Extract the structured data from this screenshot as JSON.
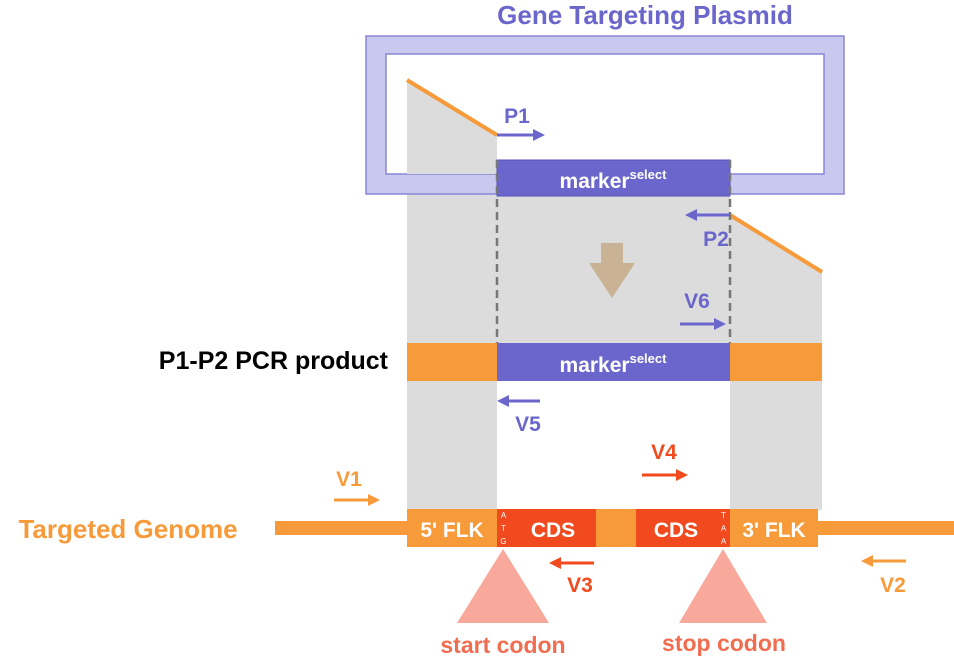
{
  "title": "Gene Targeting Plasmid",
  "pcr_product_label": "P1-P2 PCR product",
  "genome_label": "Targeted Genome",
  "marker": {
    "base": "marker",
    "superscript": "select"
  },
  "primers": {
    "p1": "P1",
    "p2": "P2",
    "v1": "V1",
    "v2": "V2",
    "v3": "V3",
    "v4": "V4",
    "v5": "V5",
    "v6": "V6"
  },
  "genome_segments": {
    "flank5": "5' FLK",
    "cds_left": "CDS",
    "cds_right": "CDS",
    "flank3": "3' FLK",
    "start_codon_letters": [
      "A",
      "T",
      "G"
    ],
    "stop_codon_letters": [
      "T",
      "A",
      "A"
    ]
  },
  "codon_labels": {
    "start": "start codon",
    "stop": "stop codon"
  },
  "colors": {
    "purple": "#6b66cc",
    "purple_light": "#c9c8ef",
    "orange": "#f79a3a",
    "red": "#f04a1e",
    "grey": "#dcdcdc",
    "triangle": "#f9a89c",
    "brown_arrow": "#c9b394"
  }
}
